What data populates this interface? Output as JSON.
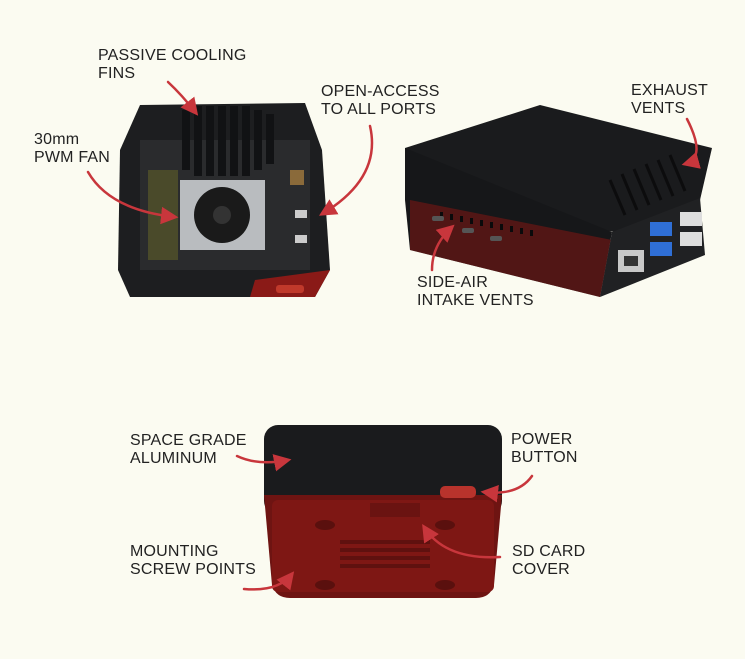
{
  "labels": {
    "cooling_fins": {
      "line1": "PASSIVE COOLING",
      "line2": "FINS"
    },
    "open_access": {
      "line1": "OPEN-ACCESS",
      "line2": "TO ALL PORTS"
    },
    "fan": {
      "line1": "30mm",
      "line2": "PWM FAN"
    },
    "exhaust": {
      "line1": "EXHAUST",
      "line2": "VENTS"
    },
    "side_air": {
      "line1": "SIDE-AIR",
      "line2": "INTAKE VENTS"
    },
    "aluminum": {
      "line1": "SPACE GRADE",
      "line2": "ALUMINUM"
    },
    "power": {
      "line1": "POWER",
      "line2": "BUTTON"
    },
    "mounting": {
      "line1": "MOUNTING",
      "line2": "SCREW POINTS"
    },
    "sd_card": {
      "line1": "SD CARD",
      "line2": "COVER"
    }
  },
  "colors": {
    "background": "#fbfbf1",
    "case_black": "#1b1c1e",
    "case_red": "#8a1a17",
    "arrow": "#c8363c",
    "fan_metal": "#b9bcbf"
  }
}
